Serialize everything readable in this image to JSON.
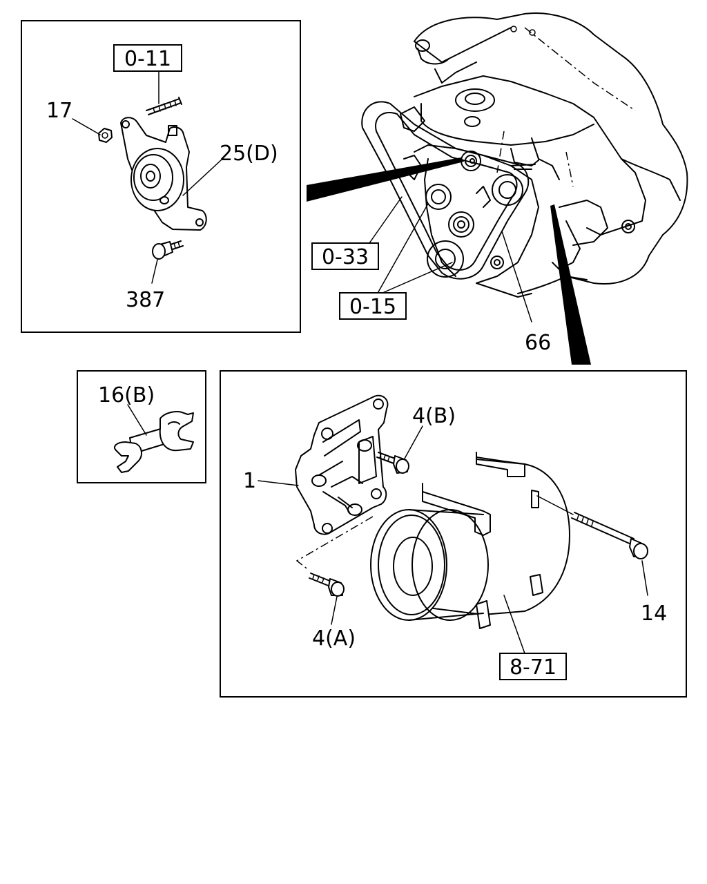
{
  "callouts": {
    "ref_0_11": "0-11",
    "ref_0_33": "0-33",
    "ref_0_15": "0-15",
    "ref_8_71": "8-71",
    "part_17": "17",
    "part_25d": "25(D)",
    "part_387": "387",
    "part_66": "66",
    "part_16b": "16(B)",
    "part_1": "1",
    "part_4b": "4(B)",
    "part_4a": "4(A)",
    "part_14": "14"
  }
}
